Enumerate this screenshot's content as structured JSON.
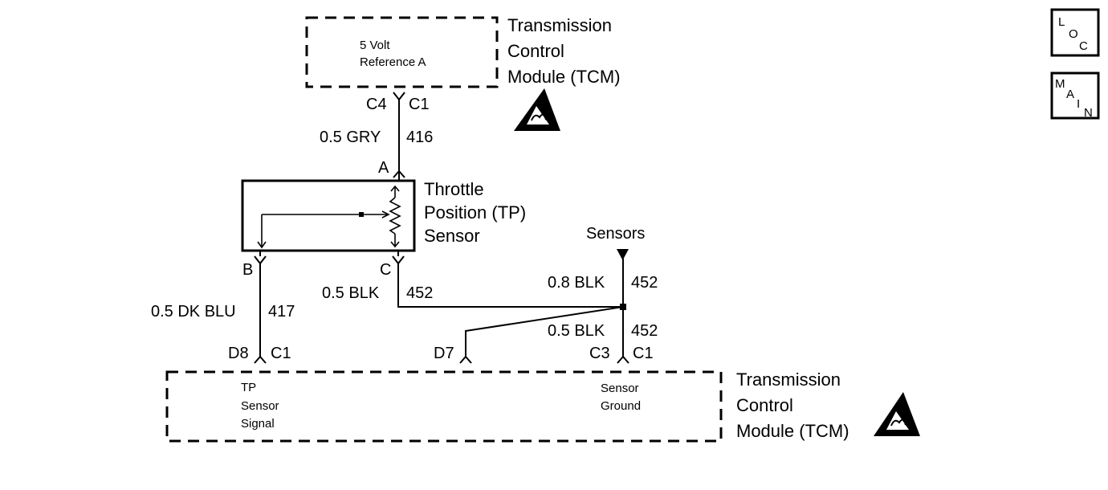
{
  "top_module": {
    "circuit_label_line1": "5 Volt",
    "circuit_label_line2": "Reference A",
    "name_line1": "Transmission",
    "name_line2": "Control",
    "name_line3": "Module (TCM)",
    "pin": "C4",
    "connector": "C1"
  },
  "wire_416": {
    "gauge_color": "0.5 GRY",
    "circuit": "416"
  },
  "sensor": {
    "pin_a": "A",
    "pin_b": "B",
    "pin_c": "C",
    "name_line1": "Throttle",
    "name_line2": "Position (TP)",
    "name_line3": "Sensor"
  },
  "wire_417": {
    "gauge_color": "0.5 DK BLU",
    "circuit": "417"
  },
  "wire_452_c": {
    "gauge_color": "0.5 BLK",
    "circuit": "452"
  },
  "sensors_ground": {
    "label": "Sensors"
  },
  "wire_452_upper": {
    "gauge_color": "0.8 BLK",
    "circuit": "452"
  },
  "wire_452_lower": {
    "gauge_color": "0.5 BLK",
    "circuit": "452"
  },
  "bottom_module": {
    "pin_d8": "D8",
    "pin_d8_connector": "C1",
    "pin_d7": "D7",
    "pin_c3": "C3",
    "pin_c3_connector": "C1",
    "signal_line1": "TP",
    "signal_line2": "Sensor",
    "signal_line3": "Signal",
    "ground_line1": "Sensor",
    "ground_line2": "Ground",
    "name_line1": "Transmission",
    "name_line2": "Control",
    "name_line3": "Module (TCM)"
  },
  "nav": {
    "loc_l": "L",
    "loc_o": "O",
    "loc_c": "C",
    "main_m": "M",
    "main_a": "A",
    "main_i": "I",
    "main_n": "N"
  },
  "icons": [
    "esd-warning-icon",
    "esd-warning-icon",
    "ground-symbol-icon"
  ]
}
